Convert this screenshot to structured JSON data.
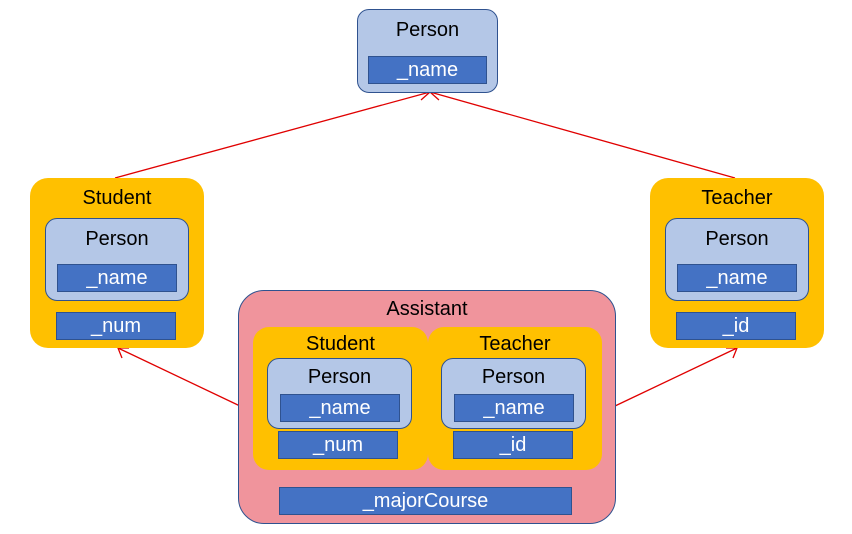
{
  "top_person": {
    "title": "Person",
    "field": "_name"
  },
  "student": {
    "title": "Student",
    "person": {
      "title": "Person",
      "field": "_name"
    },
    "field": "_num"
  },
  "teacher": {
    "title": "Teacher",
    "person": {
      "title": "Person",
      "field": "_name"
    },
    "field": "_id"
  },
  "assistant": {
    "title": "Assistant",
    "student": {
      "title": "Student",
      "person": {
        "title": "Person",
        "field": "_name"
      },
      "field": "_num"
    },
    "teacher": {
      "title": "Teacher",
      "person": {
        "title": "Person",
        "field": "_name"
      },
      "field": "_id"
    },
    "field": "_majorCourse"
  },
  "colors": {
    "person_fill": "#b4c7e7",
    "person_border": "#2f528f",
    "field_fill": "#4472c4",
    "class_fill": "#ffc000",
    "assistant_fill": "#f0949c",
    "arrow": "#e00000"
  }
}
